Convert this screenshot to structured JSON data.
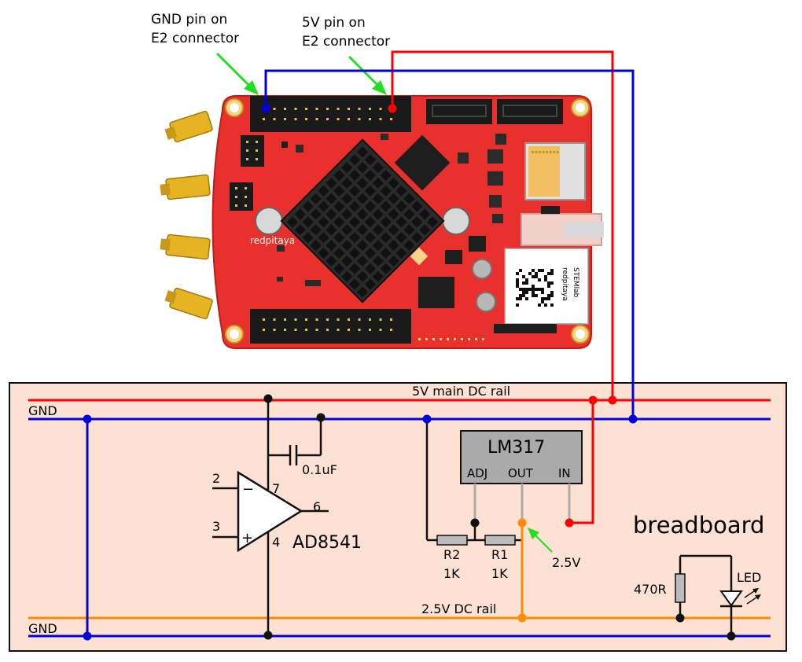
{
  "callouts": {
    "gnd_pin": [
      "GND pin on",
      "E2 connector"
    ],
    "v5_pin": [
      "5V pin on",
      "E2 connector"
    ]
  },
  "board": {
    "logo_text": "redpitaya",
    "sticker_text": [
      "redpitaya",
      "STEMlab"
    ]
  },
  "breadboard": {
    "title": "breadboard",
    "rails": {
      "gnd_top": "GND",
      "gnd_bottom": "GND",
      "v5": "5V main DC rail",
      "v25": "2.5V DC rail"
    }
  },
  "opamp": {
    "name": "AD8541",
    "pin_minus": "2",
    "pin_plus": "3",
    "pin_vcc": "7",
    "pin_gnd": "4",
    "pin_out": "6",
    "minus_sign": "−",
    "plus_sign": "+"
  },
  "capacitor": {
    "value": "0.1uF"
  },
  "regulator": {
    "name": "LM317",
    "adj": "ADJ",
    "out": "OUT",
    "in": "IN",
    "output_label": "2.5V"
  },
  "resistors": {
    "r2_name": "R2",
    "r2_value": "1K",
    "r1_name": "R1",
    "r1_value": "1K",
    "led_resistor": "470R"
  },
  "led": {
    "label": "LED"
  },
  "colors": {
    "v5_rail": "#ff0000",
    "gnd_rail": "#0000dd",
    "v25_rail": "#ff8c00",
    "breadboard_bg": "#fde2d3",
    "pcb": "#e8302c",
    "arrow": "#22dd22",
    "regulator_fill": "#aaaaaa",
    "resistor_fill": "#bbbbbb"
  }
}
